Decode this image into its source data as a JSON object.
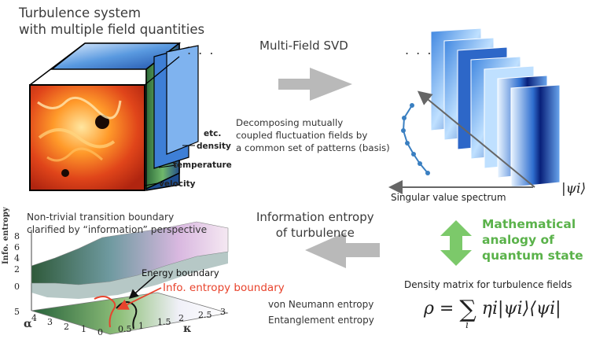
{
  "top_left_title": [
    "Turbulence system",
    "with multiple field quantities"
  ],
  "field_labels": {
    "etc": "etc.",
    "density": "density",
    "temperature": "temperature",
    "velocity": "velocity"
  },
  "ellipsis": ". . .",
  "svd_title": "Multi-Field SVD",
  "decomposition_text": [
    "Decomposing mutually",
    "coupled fluctuation fields by",
    "a common set of patterns (basis)"
  ],
  "singular_value_label": "Singular value spectrum",
  "basis_ket": "|ψi⟩",
  "analogy_text": [
    "Mathematical",
    "analogy of",
    "quantum state"
  ],
  "info_entropy_title": [
    "Information entropy",
    "of turbulence"
  ],
  "density_matrix_label": "Density matrix for turbulence fields",
  "formula": {
    "lhs": "ρ =",
    "sum": "∑",
    "sum_index": "i",
    "rhs": "ηi|ψi⟩⟨ψi|"
  },
  "entropies": [
    "von Neumann entropy",
    "Entanglement entropy"
  ],
  "plot_title": [
    "Non-trivial transition boundary",
    "clarified by “information” perspective"
  ],
  "plot_zlabel": "Info. entropy",
  "plot_zticks": [
    "8",
    "6",
    "4",
    "2",
    "0"
  ],
  "plot_alpha_label": "α",
  "plot_alpha_ticks": [
    "5",
    "4",
    "3",
    "2",
    "1",
    "0"
  ],
  "plot_kappa_label": "κ",
  "plot_kappa_ticks": [
    "0.5",
    "1",
    "1.5",
    "2",
    "2.5",
    "3"
  ],
  "energy_boundary_label": "Energy boundary",
  "info_boundary_label": "Info. entropy boundary",
  "colors": {
    "arrow_gray": "#b9b9b9",
    "green_arrow": "#7cc96a",
    "red_boundary": "#e8432c",
    "spectrum_blue": "#3a7fc1"
  }
}
